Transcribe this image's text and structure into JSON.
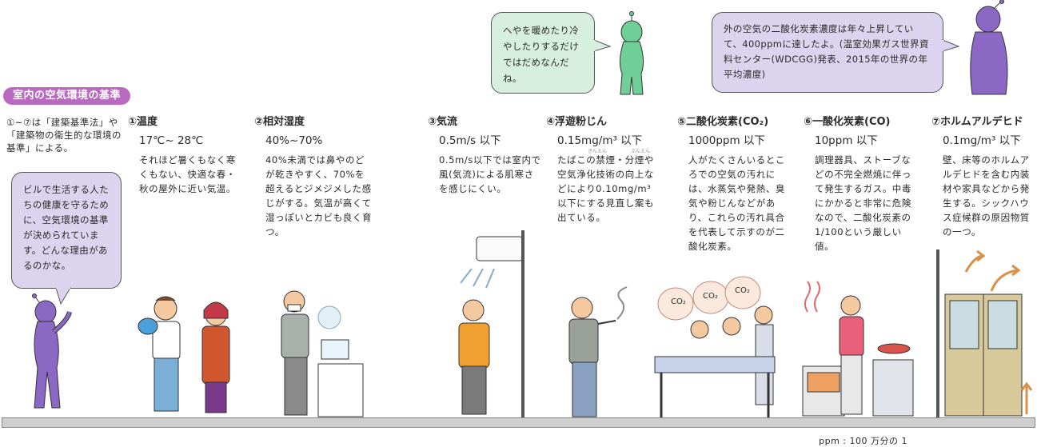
{
  "heading": "室内の空気環境の基準",
  "intro_note": "①~⑦は「建築基準法」や「建築物の衛生的な環境の基準」による。",
  "bubbles": {
    "left": "ビルで生活する人たちの健康を守るために、空気環境の基準が決められています。どんな理由があるのかな。",
    "middle": "へやを暖めたり冷やしたりするだけではだめなんだね。",
    "right": "外の空気の二酸化炭素濃度は年々上昇していて、400ppmに達したよ。(温室効果ガス世界資料センター(WDCGG)発表、2015年の世界の年平均濃度)"
  },
  "standards": [
    {
      "title": "①温度",
      "value": "17℃~ 28℃",
      "desc": "それほど暑くもなく寒くもない、快適な春・秋の屋外に近い気温。"
    },
    {
      "title": "②相対湿度",
      "value": "40%~70%",
      "desc": "40%未満では鼻やのどが乾きやすく、70%を超えるとジメジメした感じがする。気温が高くて湿っぽいとカビも良く育つ。"
    },
    {
      "title": "③気流",
      "value": "0.5m/s 以下",
      "desc": "0.5m/s以下では室内で風(気流)による肌寒さを感じにくい。"
    },
    {
      "title": "④浮遊粉じん",
      "value": "0.15mg/m³ 以下",
      "desc": "たばこの禁煙・分煙や空気浄化技術の向上などにより0.10mg/m³以下にする見直し案も出ている。"
    },
    {
      "title": "⑤二酸化炭素(CO₂)",
      "value": "1000ppm 以下",
      "desc": "人がたくさんいるところでの空気の汚れには、水蒸気や発熱、臭気や粉じんなどがあり、これらの汚れ具合を代表して示すのが二酸化炭素。"
    },
    {
      "title": "⑥一酸化炭素(CO)",
      "value": "10ppm 以下",
      "desc": "調理器具、ストーブなどの不完全燃焼に伴って発生するガス。中毒にかかると非常に危険なので、二酸化炭素の1/100という厳しい値。"
    },
    {
      "title": "⑦ホルムアルデヒド",
      "value": "0.1mg/m³ 以下",
      "desc": "壁、床等のホルムアルデヒドを含む内装材や家具などから発生する。シックハウス症候群の原因物質の一つ。"
    }
  ],
  "ruby": {
    "kinen": "きんえん",
    "bunen": "ぶんえん"
  },
  "co2_labels": [
    "CO₂",
    "CO₂",
    "CO₂"
  ],
  "footnote": "ppm : 100 万分の 1",
  "colors": {
    "purple_character": "#8a68c4",
    "green_character": "#6fcf97",
    "tag": "#b86bbe"
  }
}
